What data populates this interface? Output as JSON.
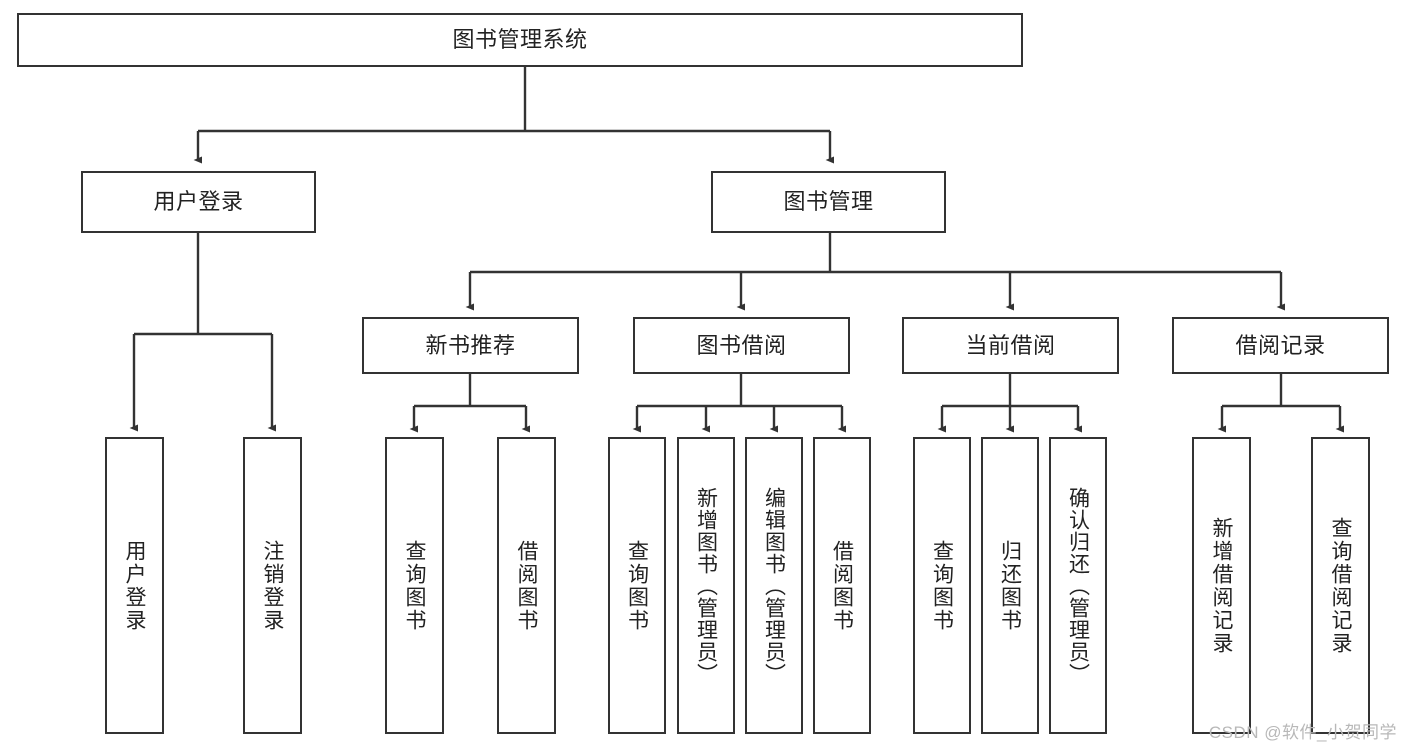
{
  "diagram": {
    "title": "图书管理系统",
    "type": "tree",
    "watermark": "CSDN @软件_小贺同学",
    "colors": {
      "stroke": "#333333",
      "fill": "#ffffff",
      "text": "#222222",
      "watermark": "#b8b8b8"
    },
    "root": {
      "label": "图书管理系统"
    },
    "level2": [
      {
        "label": "用户登录"
      },
      {
        "label": "图书管理"
      }
    ],
    "level3": [
      {
        "label": "新书推荐"
      },
      {
        "label": "图书借阅"
      },
      {
        "label": "当前借阅"
      },
      {
        "label": "借阅记录"
      }
    ],
    "leaves": {
      "user_login": [
        {
          "label": "用户登录"
        },
        {
          "label": "注销登录"
        }
      ],
      "new_book": [
        {
          "label": "查询图书"
        },
        {
          "label": "借阅图书"
        }
      ],
      "book_borrow": [
        {
          "label": "查询图书"
        },
        {
          "label": "新增图书（管理员）"
        },
        {
          "label": "编辑图书（管理员）"
        },
        {
          "label": "借阅图书"
        }
      ],
      "current_borrow": [
        {
          "label": "查询图书"
        },
        {
          "label": "归还图书"
        },
        {
          "label": "确认归还（管理员）"
        }
      ],
      "borrow_record": [
        {
          "label": "新增借阅记录"
        },
        {
          "label": "查询借阅记录"
        }
      ]
    }
  }
}
